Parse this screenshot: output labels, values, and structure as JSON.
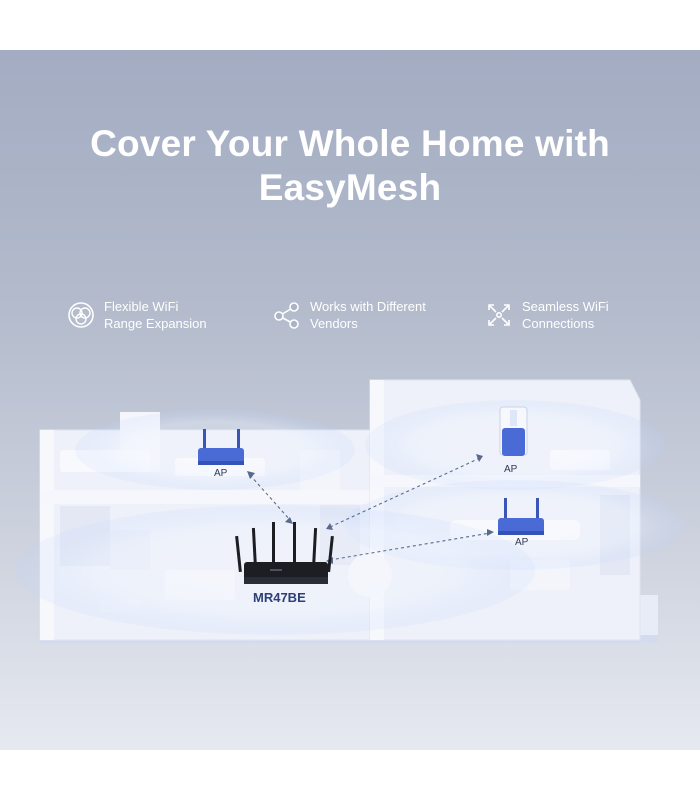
{
  "title_line1": "Cover Your Whole Home with",
  "title_line2": "EasyMesh",
  "features": [
    {
      "icon": "wifi-range-icon",
      "line1": "Flexible WiFi",
      "line2": "Range Expansion"
    },
    {
      "icon": "share-nodes-icon",
      "line1": "Works with Different",
      "line2": "Vendors"
    },
    {
      "icon": "arrows-expand-icon",
      "line1": "Seamless WiFi",
      "line2": "Connections"
    }
  ],
  "devices": {
    "main_router": "MR47BE",
    "ap_left": "AP",
    "ap_top_right": "AP",
    "ap_right": "AP"
  },
  "colors": {
    "ap_blue": "#4a6bd6",
    "router_dark": "#1c1e24",
    "background": "#b2bacb"
  }
}
